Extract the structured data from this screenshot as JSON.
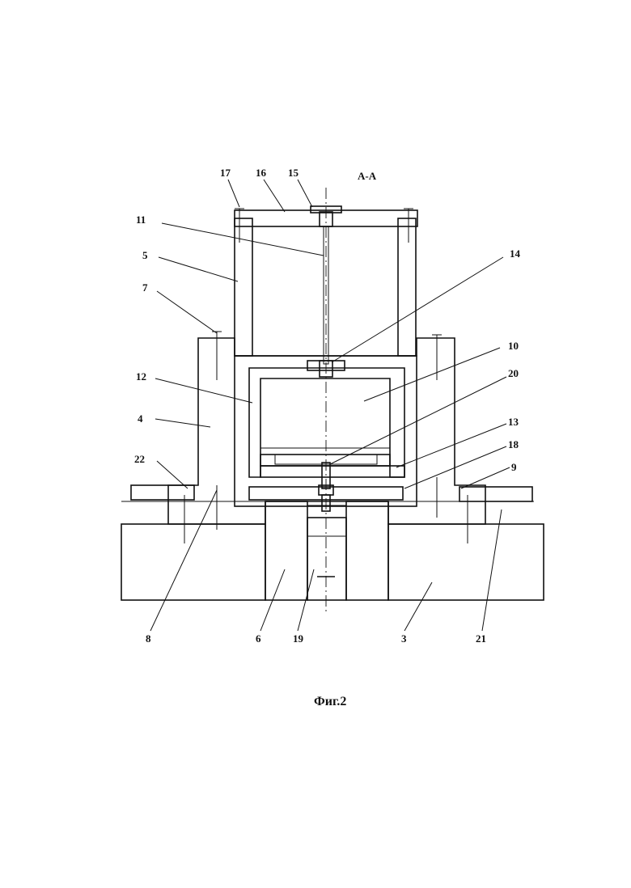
{
  "figure": {
    "section_label": "А-А",
    "caption": "Фиг.2"
  },
  "parts": [
    {
      "label": "17"
    },
    {
      "label": "16"
    },
    {
      "label": "15"
    },
    {
      "label": "11"
    },
    {
      "label": "14"
    },
    {
      "label": "5"
    },
    {
      "label": "7"
    },
    {
      "label": "10"
    },
    {
      "label": "12"
    },
    {
      "label": "20"
    },
    {
      "label": "4"
    },
    {
      "label": "13"
    },
    {
      "label": "18"
    },
    {
      "label": "22"
    },
    {
      "label": "9"
    },
    {
      "label": "8"
    },
    {
      "label": "6"
    },
    {
      "label": "19"
    },
    {
      "label": "3"
    },
    {
      "label": "21"
    }
  ]
}
